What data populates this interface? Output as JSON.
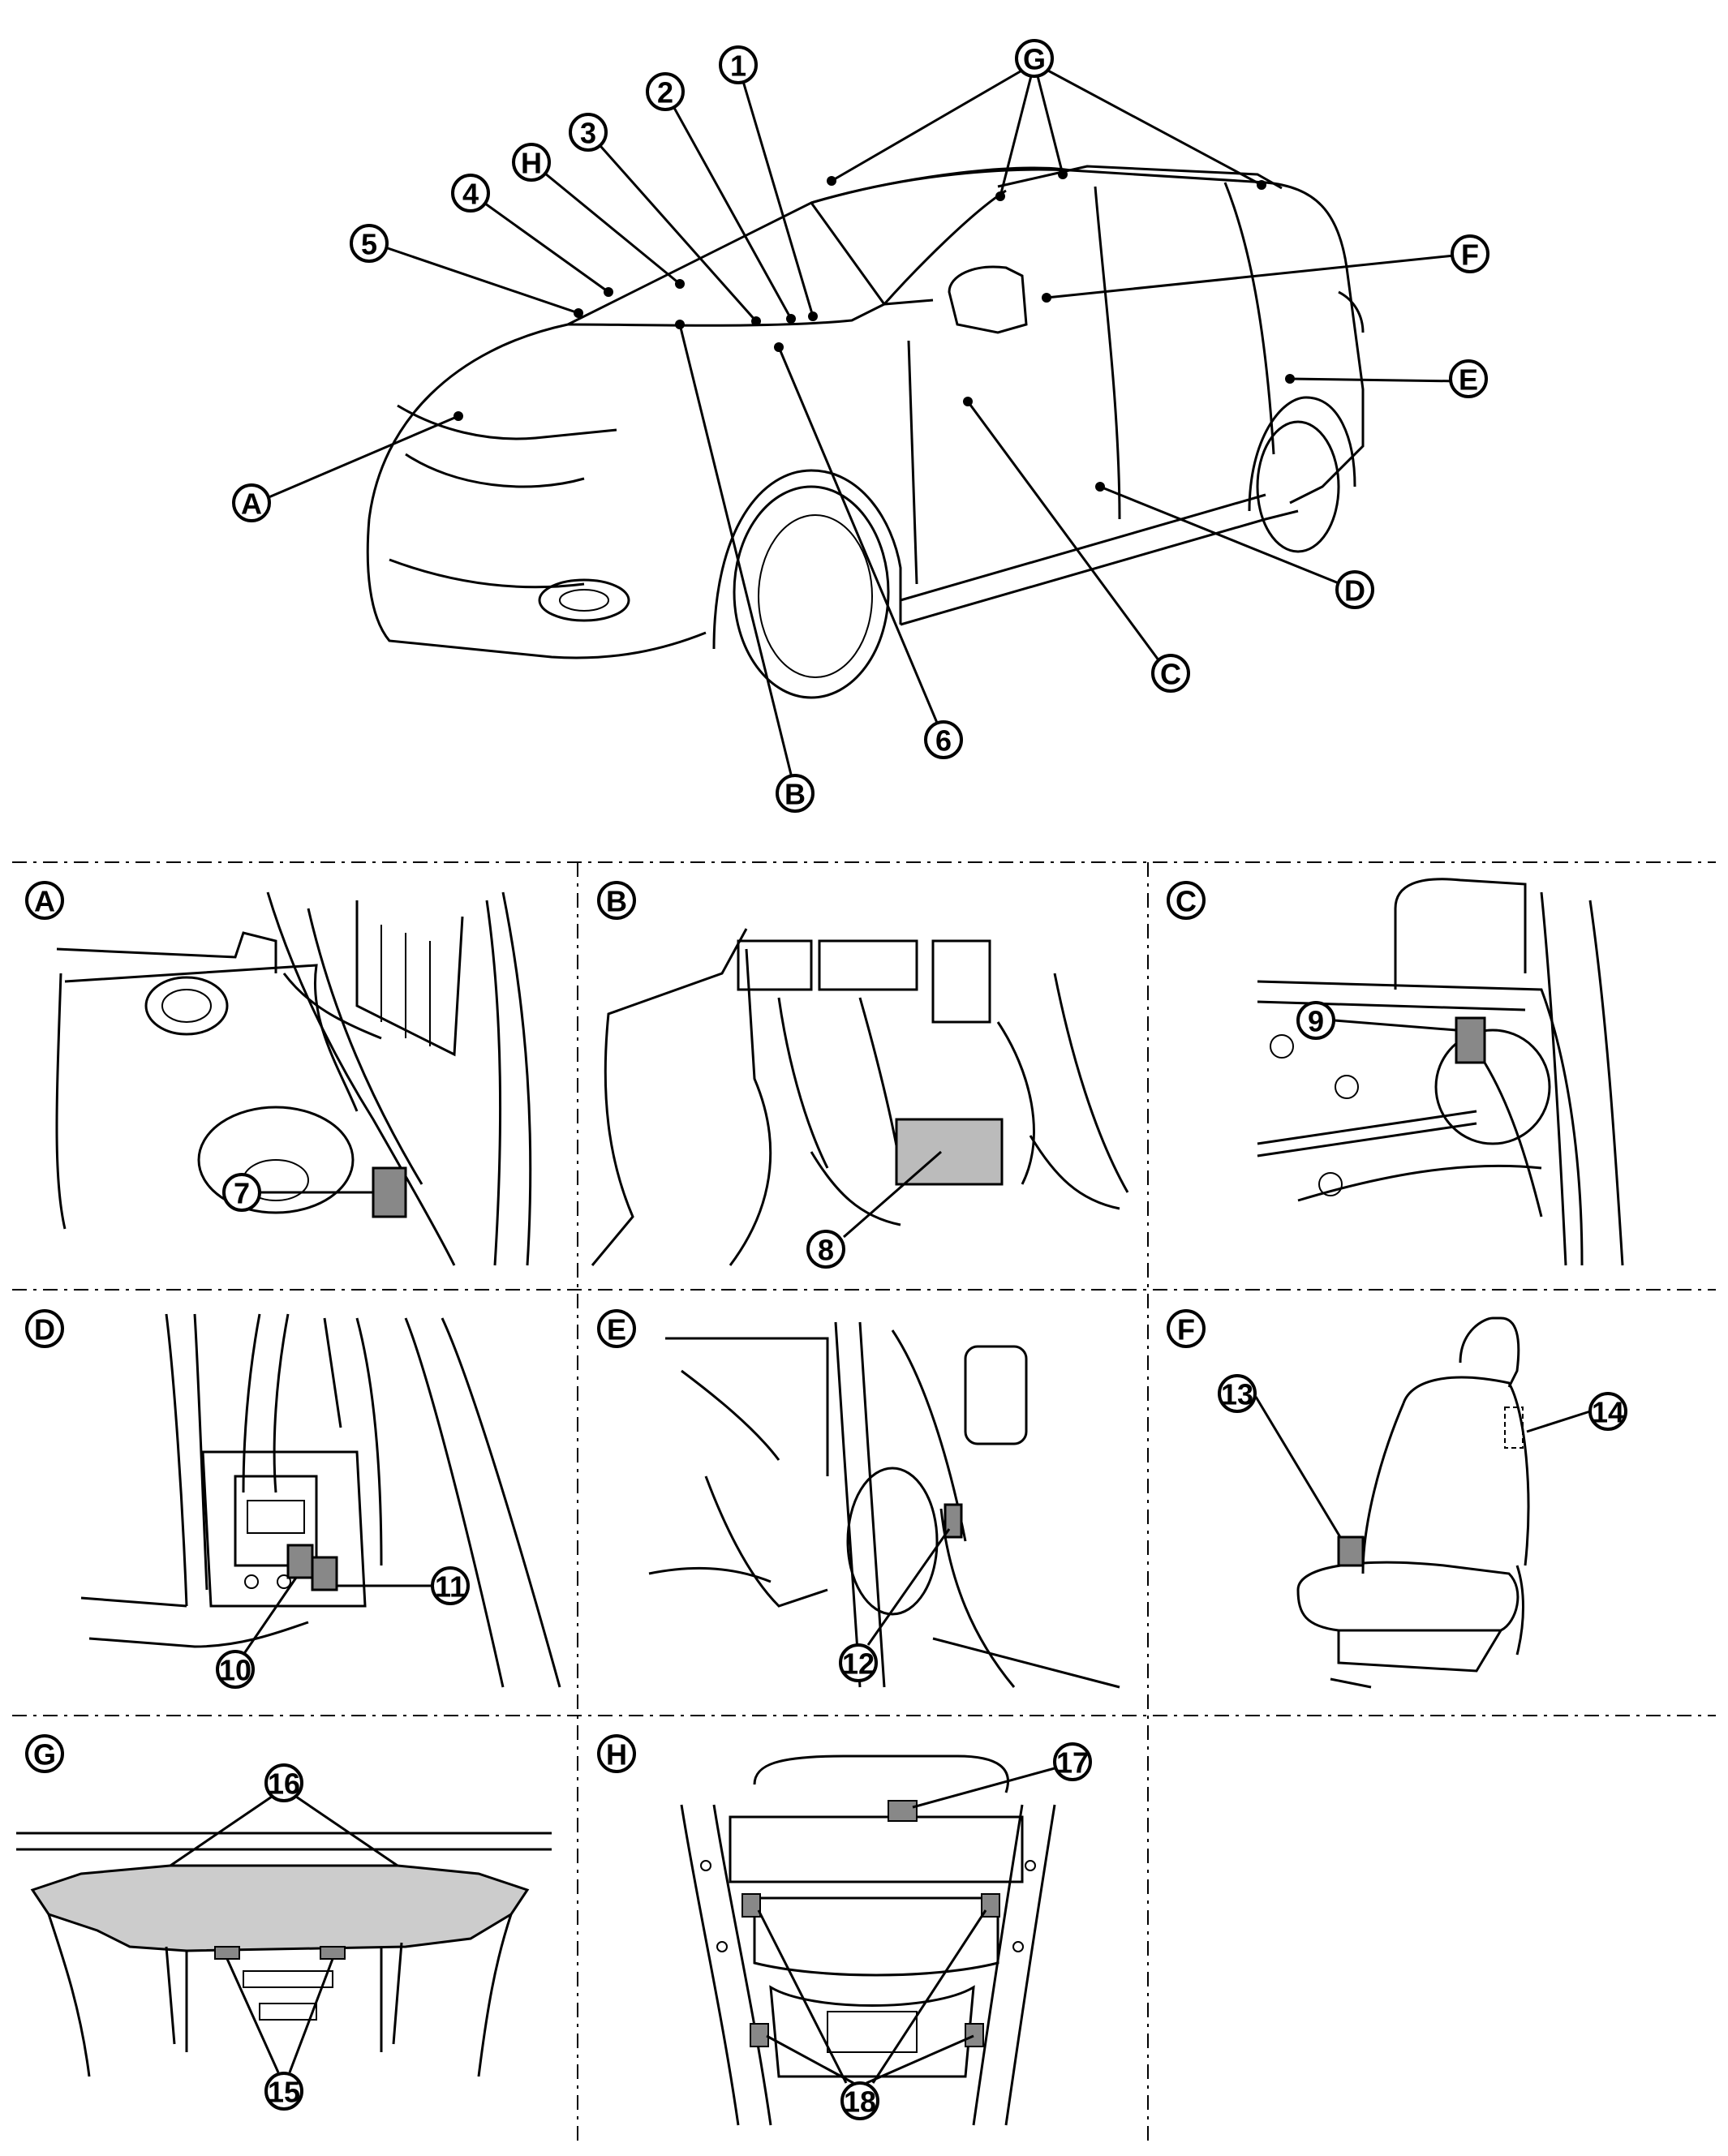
{
  "overview": {
    "callouts": {
      "c1": "1",
      "c2": "2",
      "c3": "3",
      "c4": "4",
      "c5": "5",
      "c6": "6",
      "cA": "A",
      "cB": "B",
      "cC": "C",
      "cD": "D",
      "cE": "E",
      "cF": "F",
      "cG": "G",
      "cH": "H"
    }
  },
  "panels": [
    {
      "letter": "A",
      "callouts": [
        "7"
      ]
    },
    {
      "letter": "B",
      "callouts": [
        "8"
      ]
    },
    {
      "letter": "C",
      "callouts": [
        "9"
      ]
    },
    {
      "letter": "D",
      "callouts": [
        "10",
        "11"
      ]
    },
    {
      "letter": "E",
      "callouts": [
        "12"
      ]
    },
    {
      "letter": "F",
      "callouts": [
        "13",
        "14"
      ]
    },
    {
      "letter": "G",
      "callouts": [
        "16",
        "15"
      ]
    },
    {
      "letter": "H",
      "callouts": [
        "17",
        "18"
      ]
    }
  ]
}
